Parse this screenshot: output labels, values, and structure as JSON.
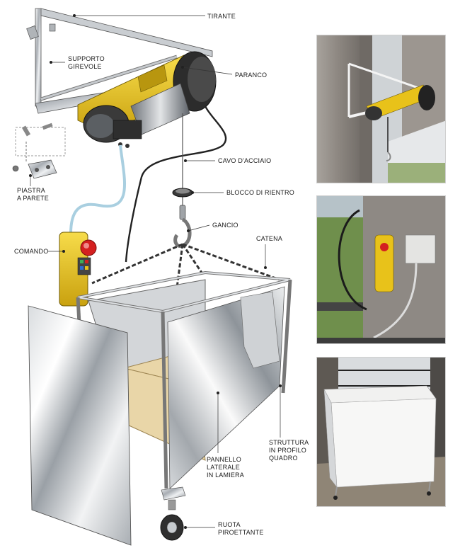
{
  "labels": {
    "tirante": "TIRANTE",
    "supporto": [
      "SUPPORTO",
      "GIREVOLE"
    ],
    "paranco": "PARANCO",
    "cavo": "CAVO D'ACCIAIO",
    "blocco": "BLOCCO DI RIENTRO",
    "piastra": [
      "PIASTRA",
      "A PARETE"
    ],
    "gancio": "GANCIO",
    "catena": "CATENA",
    "comando": "COMANDO",
    "struttura": [
      "STRUTTURA",
      "IN PROFILO",
      "QUADRO"
    ],
    "pannello": [
      "PANNELLO",
      "LATERALE",
      "IN LAMIERA"
    ],
    "ruota": [
      "RUOTA",
      "PIROETTANTE"
    ]
  },
  "colors": {
    "hoist_yellow": "#e8c21a",
    "metal": "#b9bdc2",
    "wall_gray": "#8a8580",
    "control_red": "#d42020",
    "cable_blue": "#a9cfe0",
    "wood": "#e9d6a8"
  },
  "photos": [
    {
      "name": "photo-hoist-on-wall"
    },
    {
      "name": "photo-control-box"
    },
    {
      "name": "photo-cabinet-on-balcony"
    }
  ]
}
